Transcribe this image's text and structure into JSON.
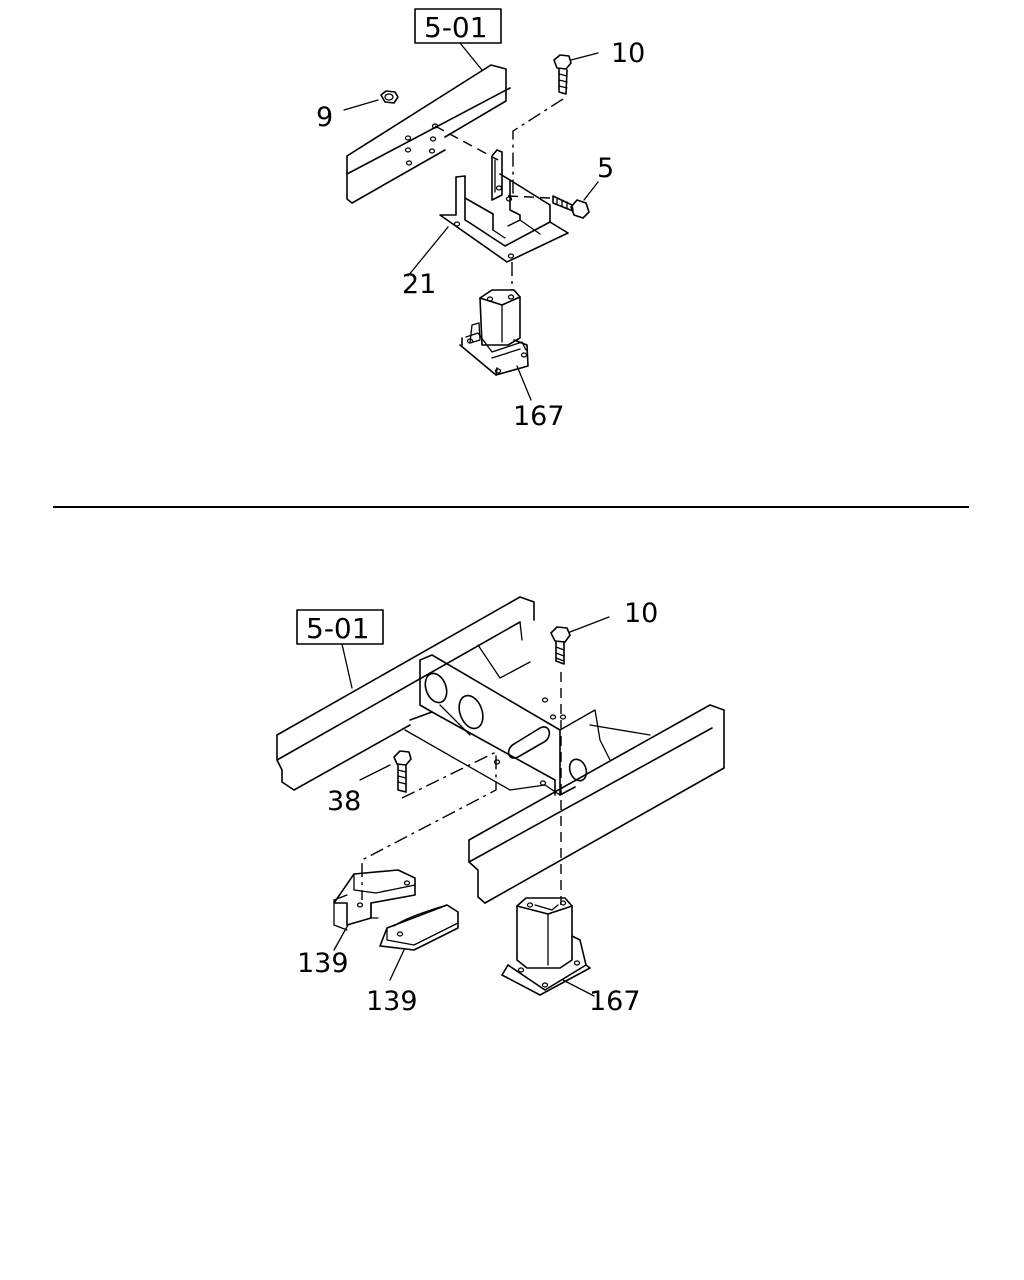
{
  "top": {
    "ref_box": "5-01",
    "callouts": {
      "c10": "10",
      "c9": "9",
      "c5": "5",
      "c21": "21",
      "c167": "167"
    }
  },
  "bottom": {
    "ref_box": "5-01",
    "callouts": {
      "c10": "10",
      "c38": "38",
      "c139a": "139",
      "c139b": "139",
      "c167": "167"
    }
  }
}
